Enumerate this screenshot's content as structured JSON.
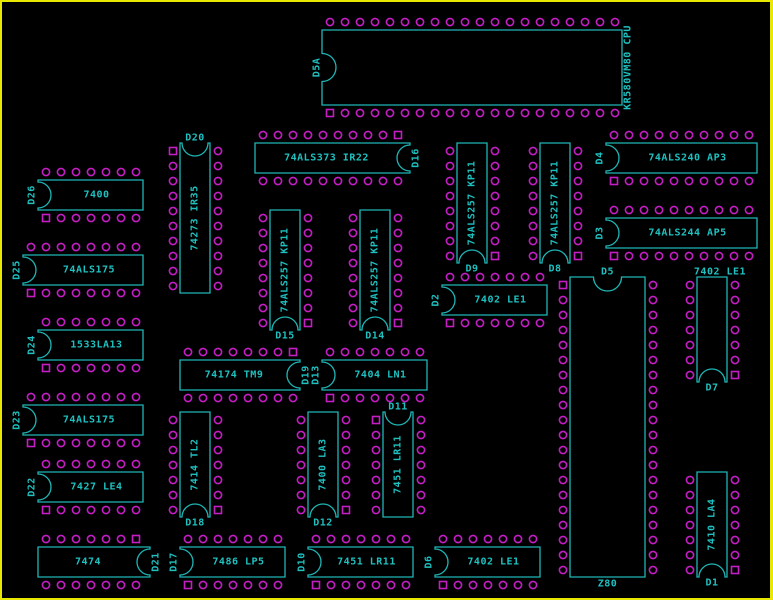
{
  "colors": {
    "background": "#000000",
    "outline": "#1fb5b5",
    "pad": "#c41ec4",
    "text": "#1fc0c0",
    "border": "#e8e800"
  },
  "chips": [
    {
      "designator": "D5A",
      "label": "KR580VM80 CPU"
    },
    {
      "designator": "D16",
      "label": "74ALS373 IR22"
    },
    {
      "designator": "D20",
      "label": "74273 IR35"
    },
    {
      "designator": "D26",
      "label": "7400"
    },
    {
      "designator": "D25",
      "label": "74ALS175"
    },
    {
      "designator": "D24",
      "label": "1533LA13"
    },
    {
      "designator": "D23",
      "label": "74ALS175"
    },
    {
      "designator": "D22",
      "label": "7427 LE4"
    },
    {
      "designator": "D21",
      "label": "7474"
    },
    {
      "designator": "D15",
      "label": "74ALS257 KP11"
    },
    {
      "designator": "D14",
      "label": "74ALS257 KP11"
    },
    {
      "designator": "D9",
      "label": "74ALS257 KP11"
    },
    {
      "designator": "D8",
      "label": "74ALS257 KP11"
    },
    {
      "designator": "D4",
      "label": "74ALS240 AP3"
    },
    {
      "designator": "D3",
      "label": "74ALS244 AP5"
    },
    {
      "designator": "D2",
      "label": "7402 LE1"
    },
    {
      "designator": "D5",
      "label": "Z80"
    },
    {
      "designator": "D7",
      "label": "7402 LE1"
    },
    {
      "designator": "D1",
      "label": "7410 LA4"
    },
    {
      "designator": "D19",
      "label": "74174 TM9"
    },
    {
      "designator": "D13",
      "label": "7404 LN1"
    },
    {
      "designator": "D18",
      "label": "7414 TL2"
    },
    {
      "designator": "D12",
      "label": "7400 LA3"
    },
    {
      "designator": "D11",
      "label": "7451 LR11"
    },
    {
      "designator": "D17",
      "label": "7486 LP5"
    },
    {
      "designator": "D10",
      "label": "7451 LR11"
    },
    {
      "designator": "D6",
      "label": "7402 LE1"
    }
  ]
}
